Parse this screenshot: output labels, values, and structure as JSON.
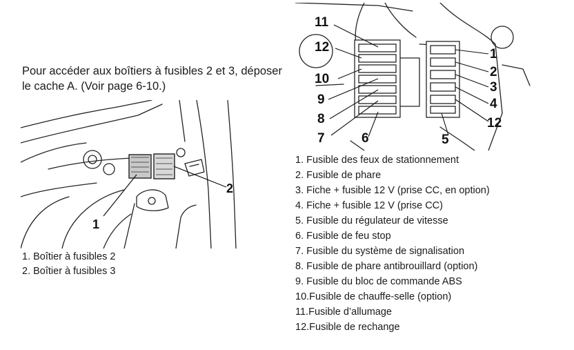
{
  "intro_text": "Pour accéder aux boîtiers à fusibles 2 et 3, déposer le cache A. (Voir page 6-10.)",
  "left_figure": {
    "callouts": [
      "1",
      "2"
    ]
  },
  "left_legend": [
    "1.  Boîtier à fusibles 2",
    "2.  Boîtier à fusibles 3"
  ],
  "right_figure": {
    "callouts": [
      "11",
      "12",
      "10",
      "9",
      "8",
      "7",
      "6",
      "5",
      "1",
      "2",
      "3",
      "4",
      "12"
    ]
  },
  "right_legend": [
    "1.  Fusible des feux de stationnement",
    "2.  Fusible de phare",
    "3.  Fiche + fusible 12 V (prise CC, en option)",
    "4.  Fiche + fusible 12 V (prise CC)",
    "5.  Fusible du régulateur de vitesse",
    "6.  Fusible de feu stop",
    "7.  Fusible du système de signalisation",
    "8.  Fusible de phare antibrouillard (option)",
    "9.  Fusible du bloc de commande ABS",
    "10.Fusible de chauffe-selle (option)",
    "11.Fusible d’allumage",
    "12.Fusible de rechange"
  ]
}
